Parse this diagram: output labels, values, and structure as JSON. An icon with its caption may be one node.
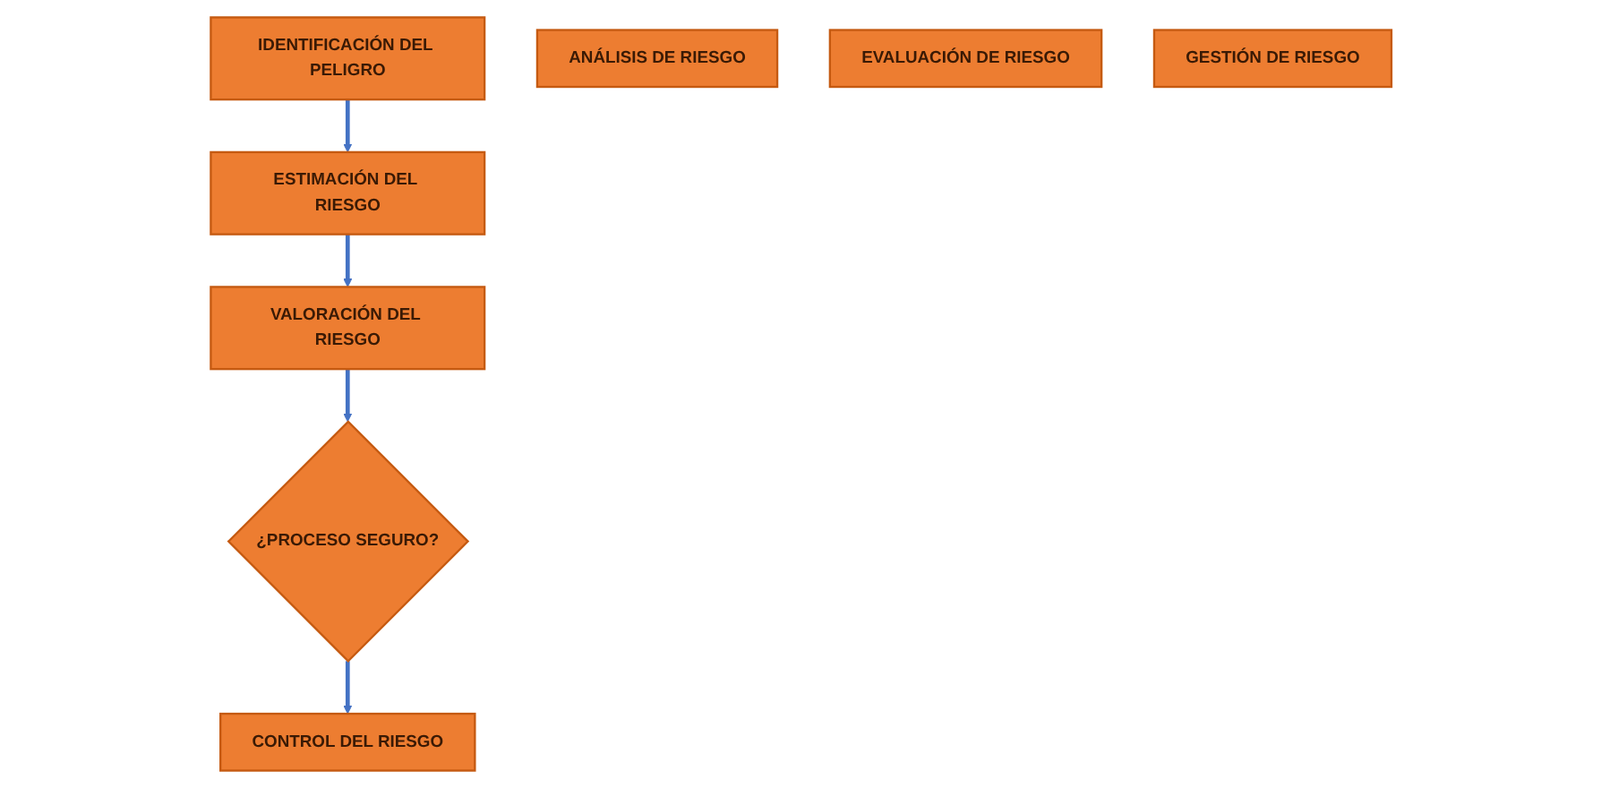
{
  "diagram": {
    "nodes": [
      {
        "text": [
          "IDENTIFICACIÓN DEL PELIGRO"
        ]
      },
      {
        "text": [
          "ESTIMACIÓN DEL RIESGO"
        ]
      },
      {
        "text": [
          "VALORACIÓN DEL RIESGO"
        ]
      },
      {
        "text": [
          "¿PROCESO SEGURO?"
        ]
      },
      {
        "text": [
          "CONTROL DEL RIESGO"
        ]
      },
      {
        "text": [
          "ANÁLISIS DE RIESGO"
        ]
      },
      {
        "text": [
          "EVALUACIÓN DE RIESGO"
        ]
      },
      {
        "text": [
          "GESTIÓN DE RIESGO"
        ]
      }
    ],
    "edges": [
      {
        "from": 0,
        "to": 1,
        "arrow": "to"
      },
      {
        "from": 1,
        "to": 2,
        "arrow": "to"
      },
      {
        "from": 2,
        "to": 3,
        "arrow": "to"
      },
      {
        "from": 3,
        "to": 4,
        "arrow": "to"
      }
    ]
  }
}
